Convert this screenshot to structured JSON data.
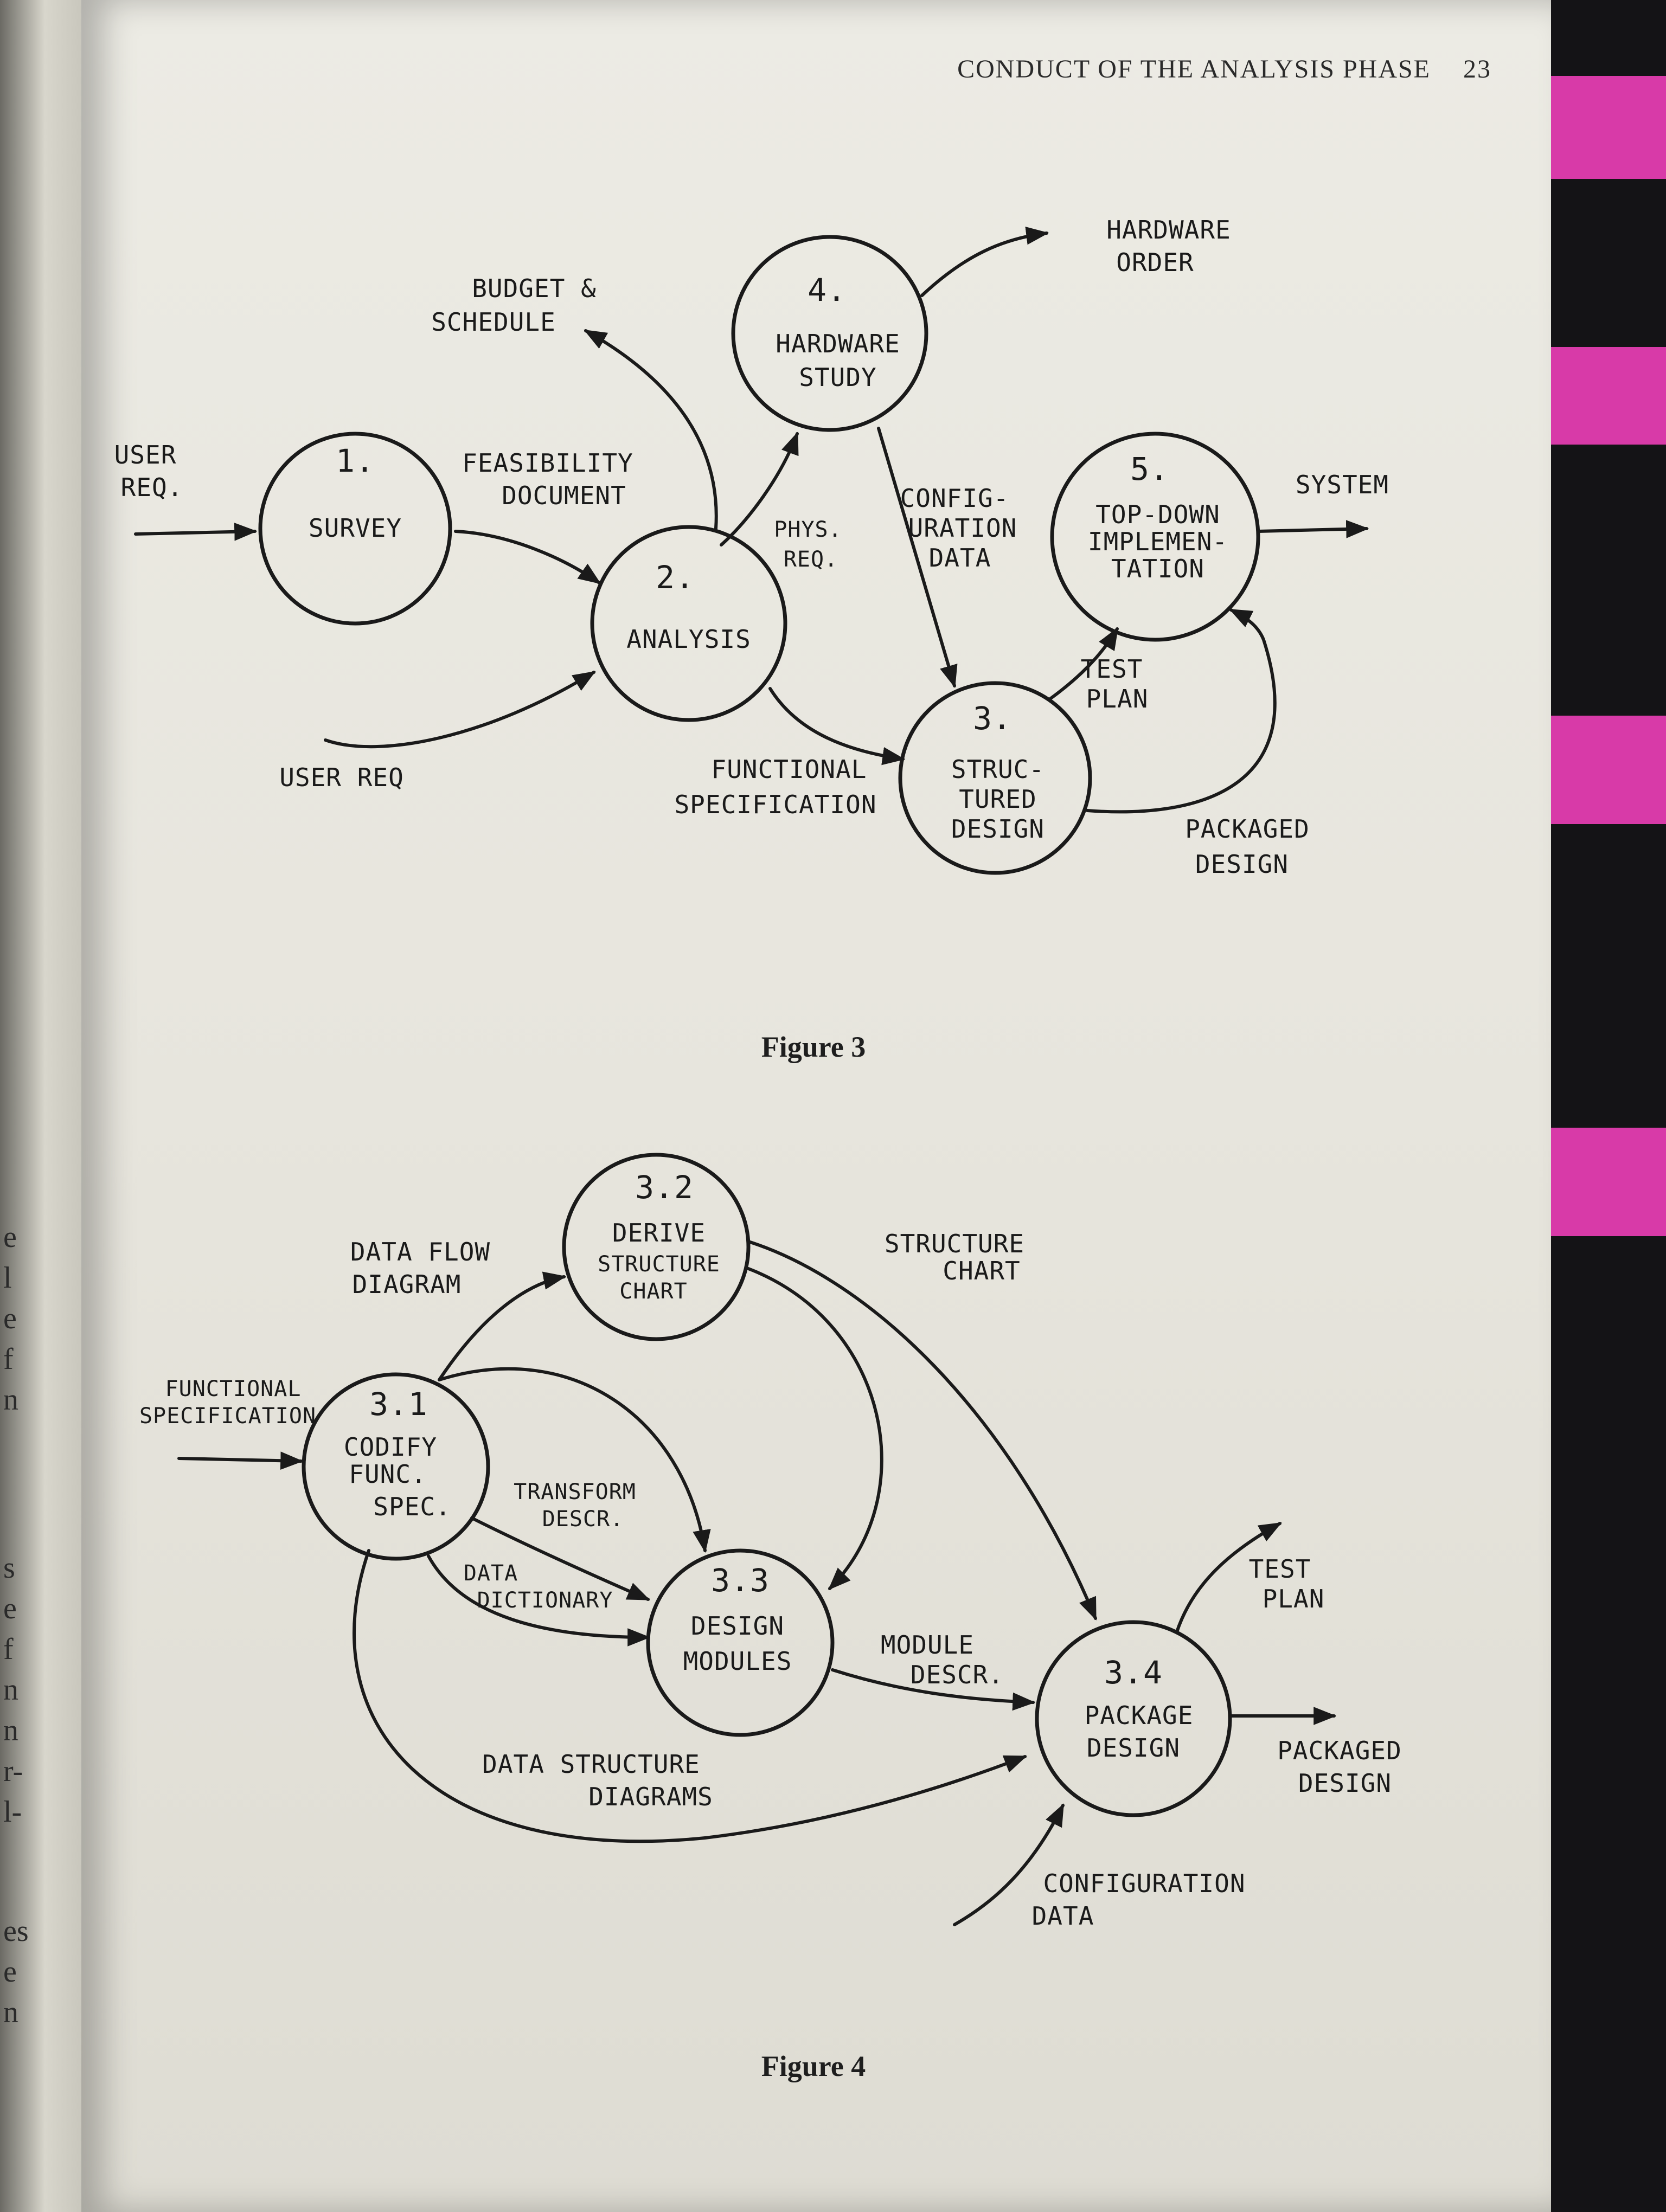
{
  "running_head": {
    "title": "CONDUCT OF THE ANALYSIS PHASE",
    "page_number": "23"
  },
  "left_margin_letters": [
    "e",
    "l",
    "e",
    "f",
    "n",
    "s",
    "e",
    "f",
    "n",
    "n",
    "r-",
    "l-",
    "es",
    "e",
    "n"
  ],
  "figure3": {
    "caption": "Figure 3",
    "processes": [
      {
        "number": "1.",
        "lines": [
          "SURVEY"
        ]
      },
      {
        "number": "2.",
        "lines": [
          "ANALYSIS"
        ]
      },
      {
        "number": "3.",
        "lines": [
          "STRUC-",
          "TURED",
          "DESIGN"
        ]
      },
      {
        "number": "4.",
        "lines": [
          "HARDWARE",
          "STUDY"
        ]
      },
      {
        "number": "5.",
        "lines": [
          "TOP-DOWN",
          "IMPLEMEN-",
          "TATION"
        ]
      }
    ],
    "flows": {
      "user_req_in": [
        "USER",
        "REQ."
      ],
      "feasibility": [
        "FEASIBILITY",
        "DOCUMENT"
      ],
      "budget": [
        "BUDGET &",
        "SCHEDULE"
      ],
      "phys_req": [
        "PHYS.",
        "REQ."
      ],
      "hardware_order": [
        "HARDWARE",
        "ORDER"
      ],
      "config_data": [
        "CONFIG-",
        "URATION",
        "DATA"
      ],
      "system": "SYSTEM",
      "user_req_bottom": "USER REQ",
      "functional_spec": [
        "FUNCTIONAL",
        "SPECIFICATION"
      ],
      "test_plan": [
        "TEST",
        "PLAN"
      ],
      "packaged_design": [
        "PACKAGED",
        "DESIGN"
      ]
    }
  },
  "figure4": {
    "caption": "Figure 4",
    "processes": [
      {
        "number": "3.1",
        "lines": [
          "CODIFY",
          "FUNC.",
          "SPEC."
        ]
      },
      {
        "number": "3.2",
        "lines": [
          "DERIVE",
          "STRUCTURE",
          "CHART"
        ]
      },
      {
        "number": "3.3",
        "lines": [
          "DESIGN",
          "MODULES"
        ]
      },
      {
        "number": "3.4",
        "lines": [
          "PACKAGE",
          "DESIGN"
        ]
      }
    ],
    "flows": {
      "functional_spec": [
        "FUNCTIONAL",
        "SPECIFICATION"
      ],
      "data_flow_diagram": [
        "DATA FLOW",
        "DIAGRAM"
      ],
      "structure_chart": [
        "STRUCTURE",
        "CHART"
      ],
      "transform_descr": [
        "TRANSFORM",
        "DESCR."
      ],
      "data_dictionary": [
        "DATA",
        "DICTIONARY"
      ],
      "module_descr": [
        "MODULE",
        "DESCR."
      ],
      "test_plan": [
        "TEST",
        "PLAN"
      ],
      "packaged_design": [
        "PACKAGED",
        "DESIGN"
      ],
      "data_structure_diagrams": [
        "DATA STRUCTURE",
        "DIAGRAMS"
      ],
      "configuration_data": [
        "CONFIGURATION",
        "DATA"
      ]
    }
  }
}
